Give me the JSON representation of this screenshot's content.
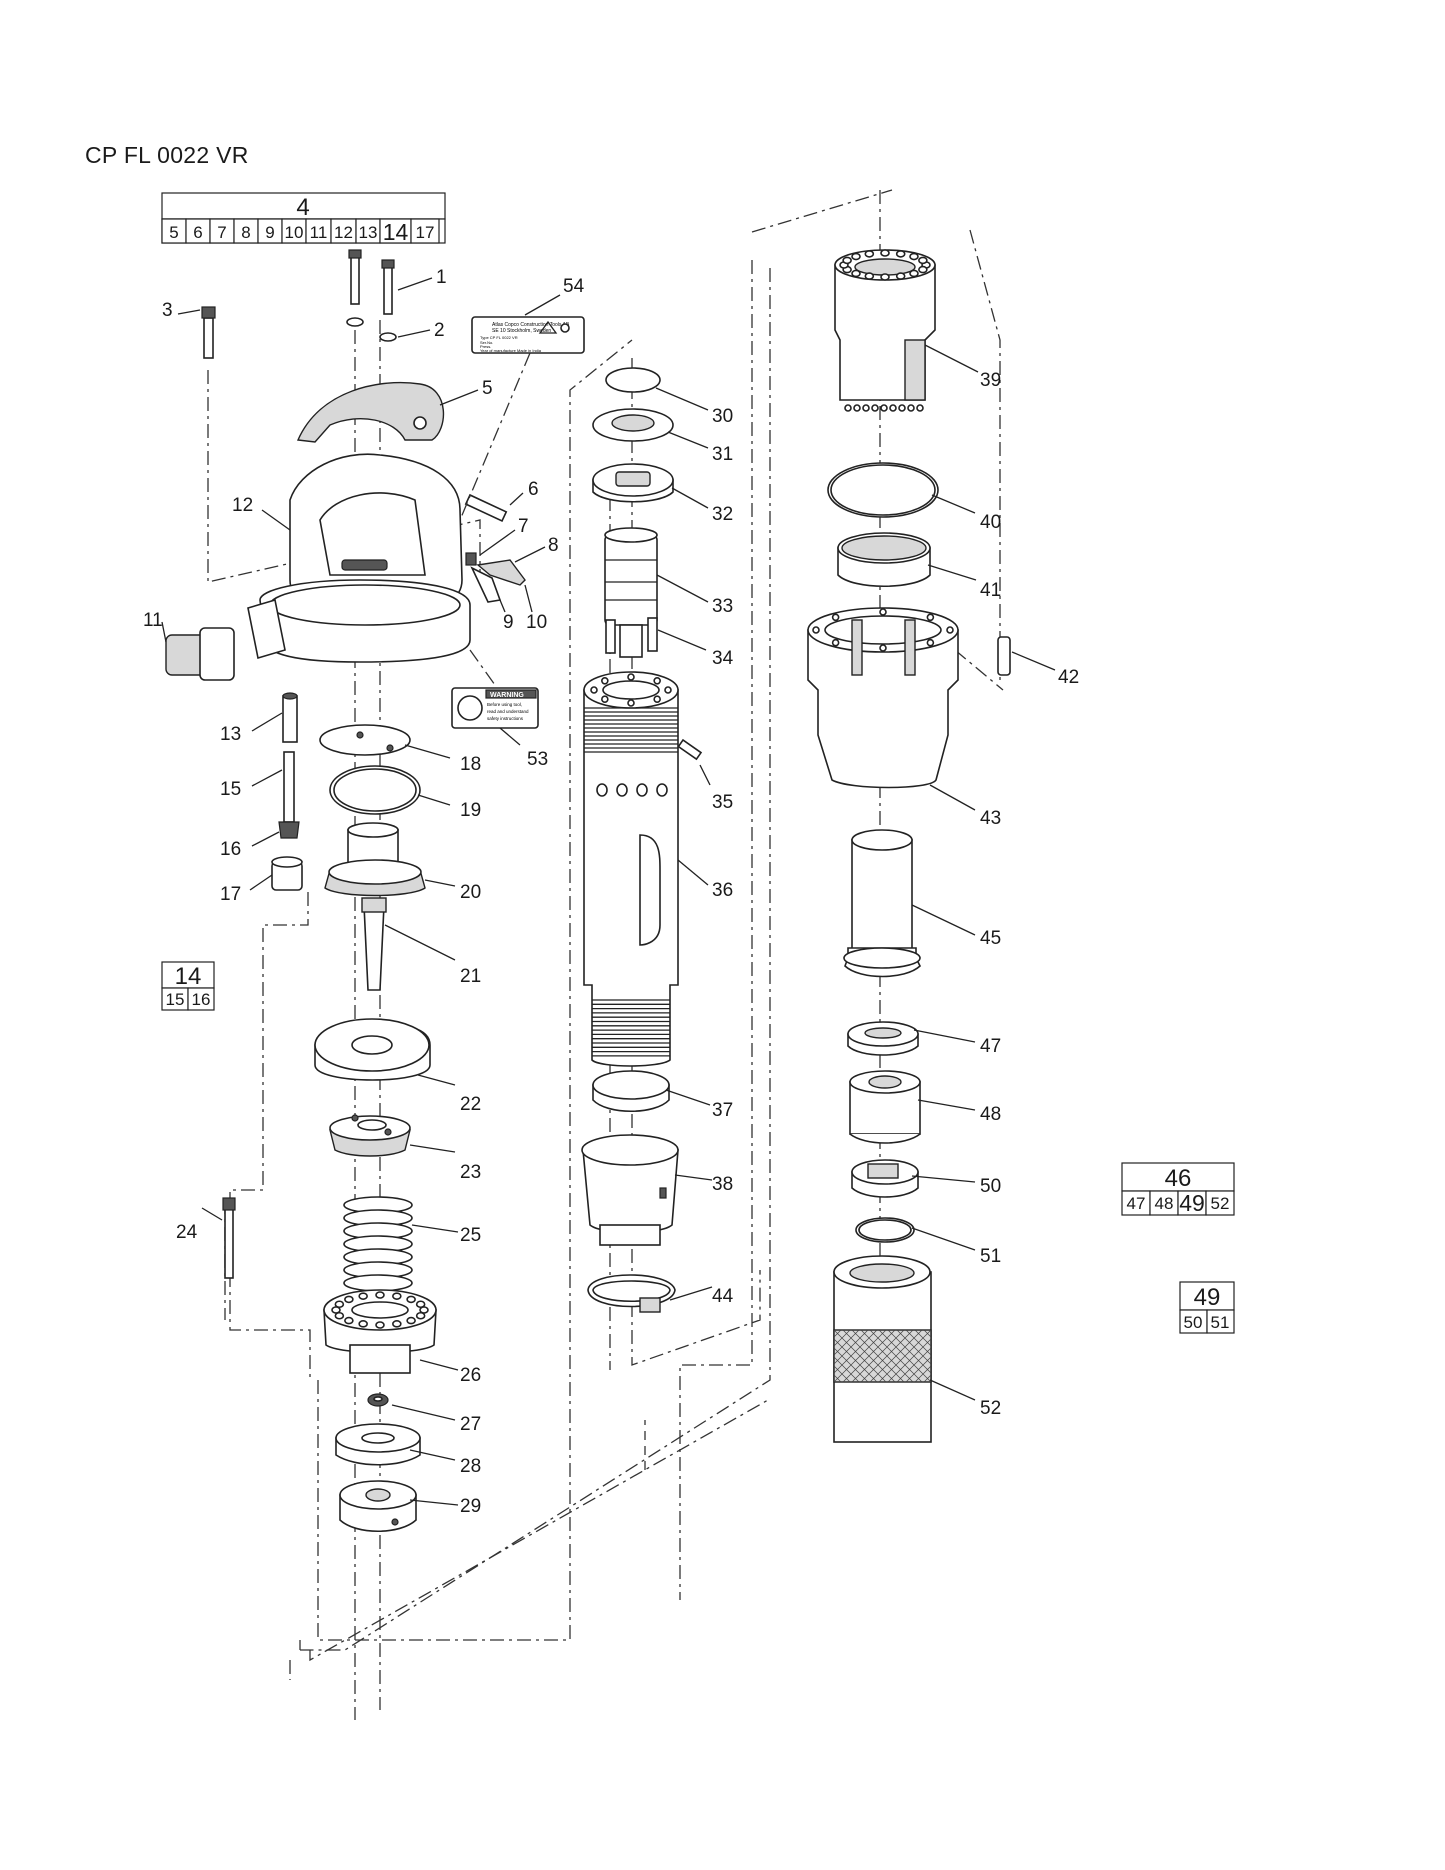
{
  "title": "CP FL 0022 VR",
  "part_numbers": [
    "1",
    "2",
    "3",
    "5",
    "6",
    "7",
    "8",
    "9",
    "10",
    "11",
    "12",
    "13",
    "15",
    "16",
    "17",
    "18",
    "19",
    "20",
    "21",
    "22",
    "23",
    "24",
    "25",
    "26",
    "27",
    "28",
    "29",
    "30",
    "31",
    "32",
    "33",
    "34",
    "35",
    "36",
    "37",
    "38",
    "39",
    "40",
    "41",
    "42",
    "43",
    "44",
    "45",
    "47",
    "48",
    "50",
    "51",
    "52",
    "53",
    "54"
  ],
  "kits": [
    {
      "header": "4",
      "items": [
        "5",
        "6",
        "7",
        "8",
        "9",
        "10",
        "11",
        "12",
        "13",
        "14",
        "17"
      ]
    },
    {
      "header": "14",
      "items": [
        "15",
        "16"
      ]
    },
    {
      "header": "46",
      "items": [
        "47",
        "48",
        "49",
        "52"
      ]
    },
    {
      "header": "49",
      "items": [
        "50",
        "51"
      ]
    }
  ],
  "plate_text": {
    "label54_lines": [
      "Atlas Copco Construction Tools AB",
      "SE 10 Stockholm, Sweden",
      "Type  CP FL 0022 VR",
      "Ser.No.",
      "Press.",
      "Year of manufacture   Made in India"
    ],
    "label53_title": "WARNING",
    "label53_lines": [
      "Before using tool,",
      "read and understand",
      "safety instructions"
    ]
  }
}
